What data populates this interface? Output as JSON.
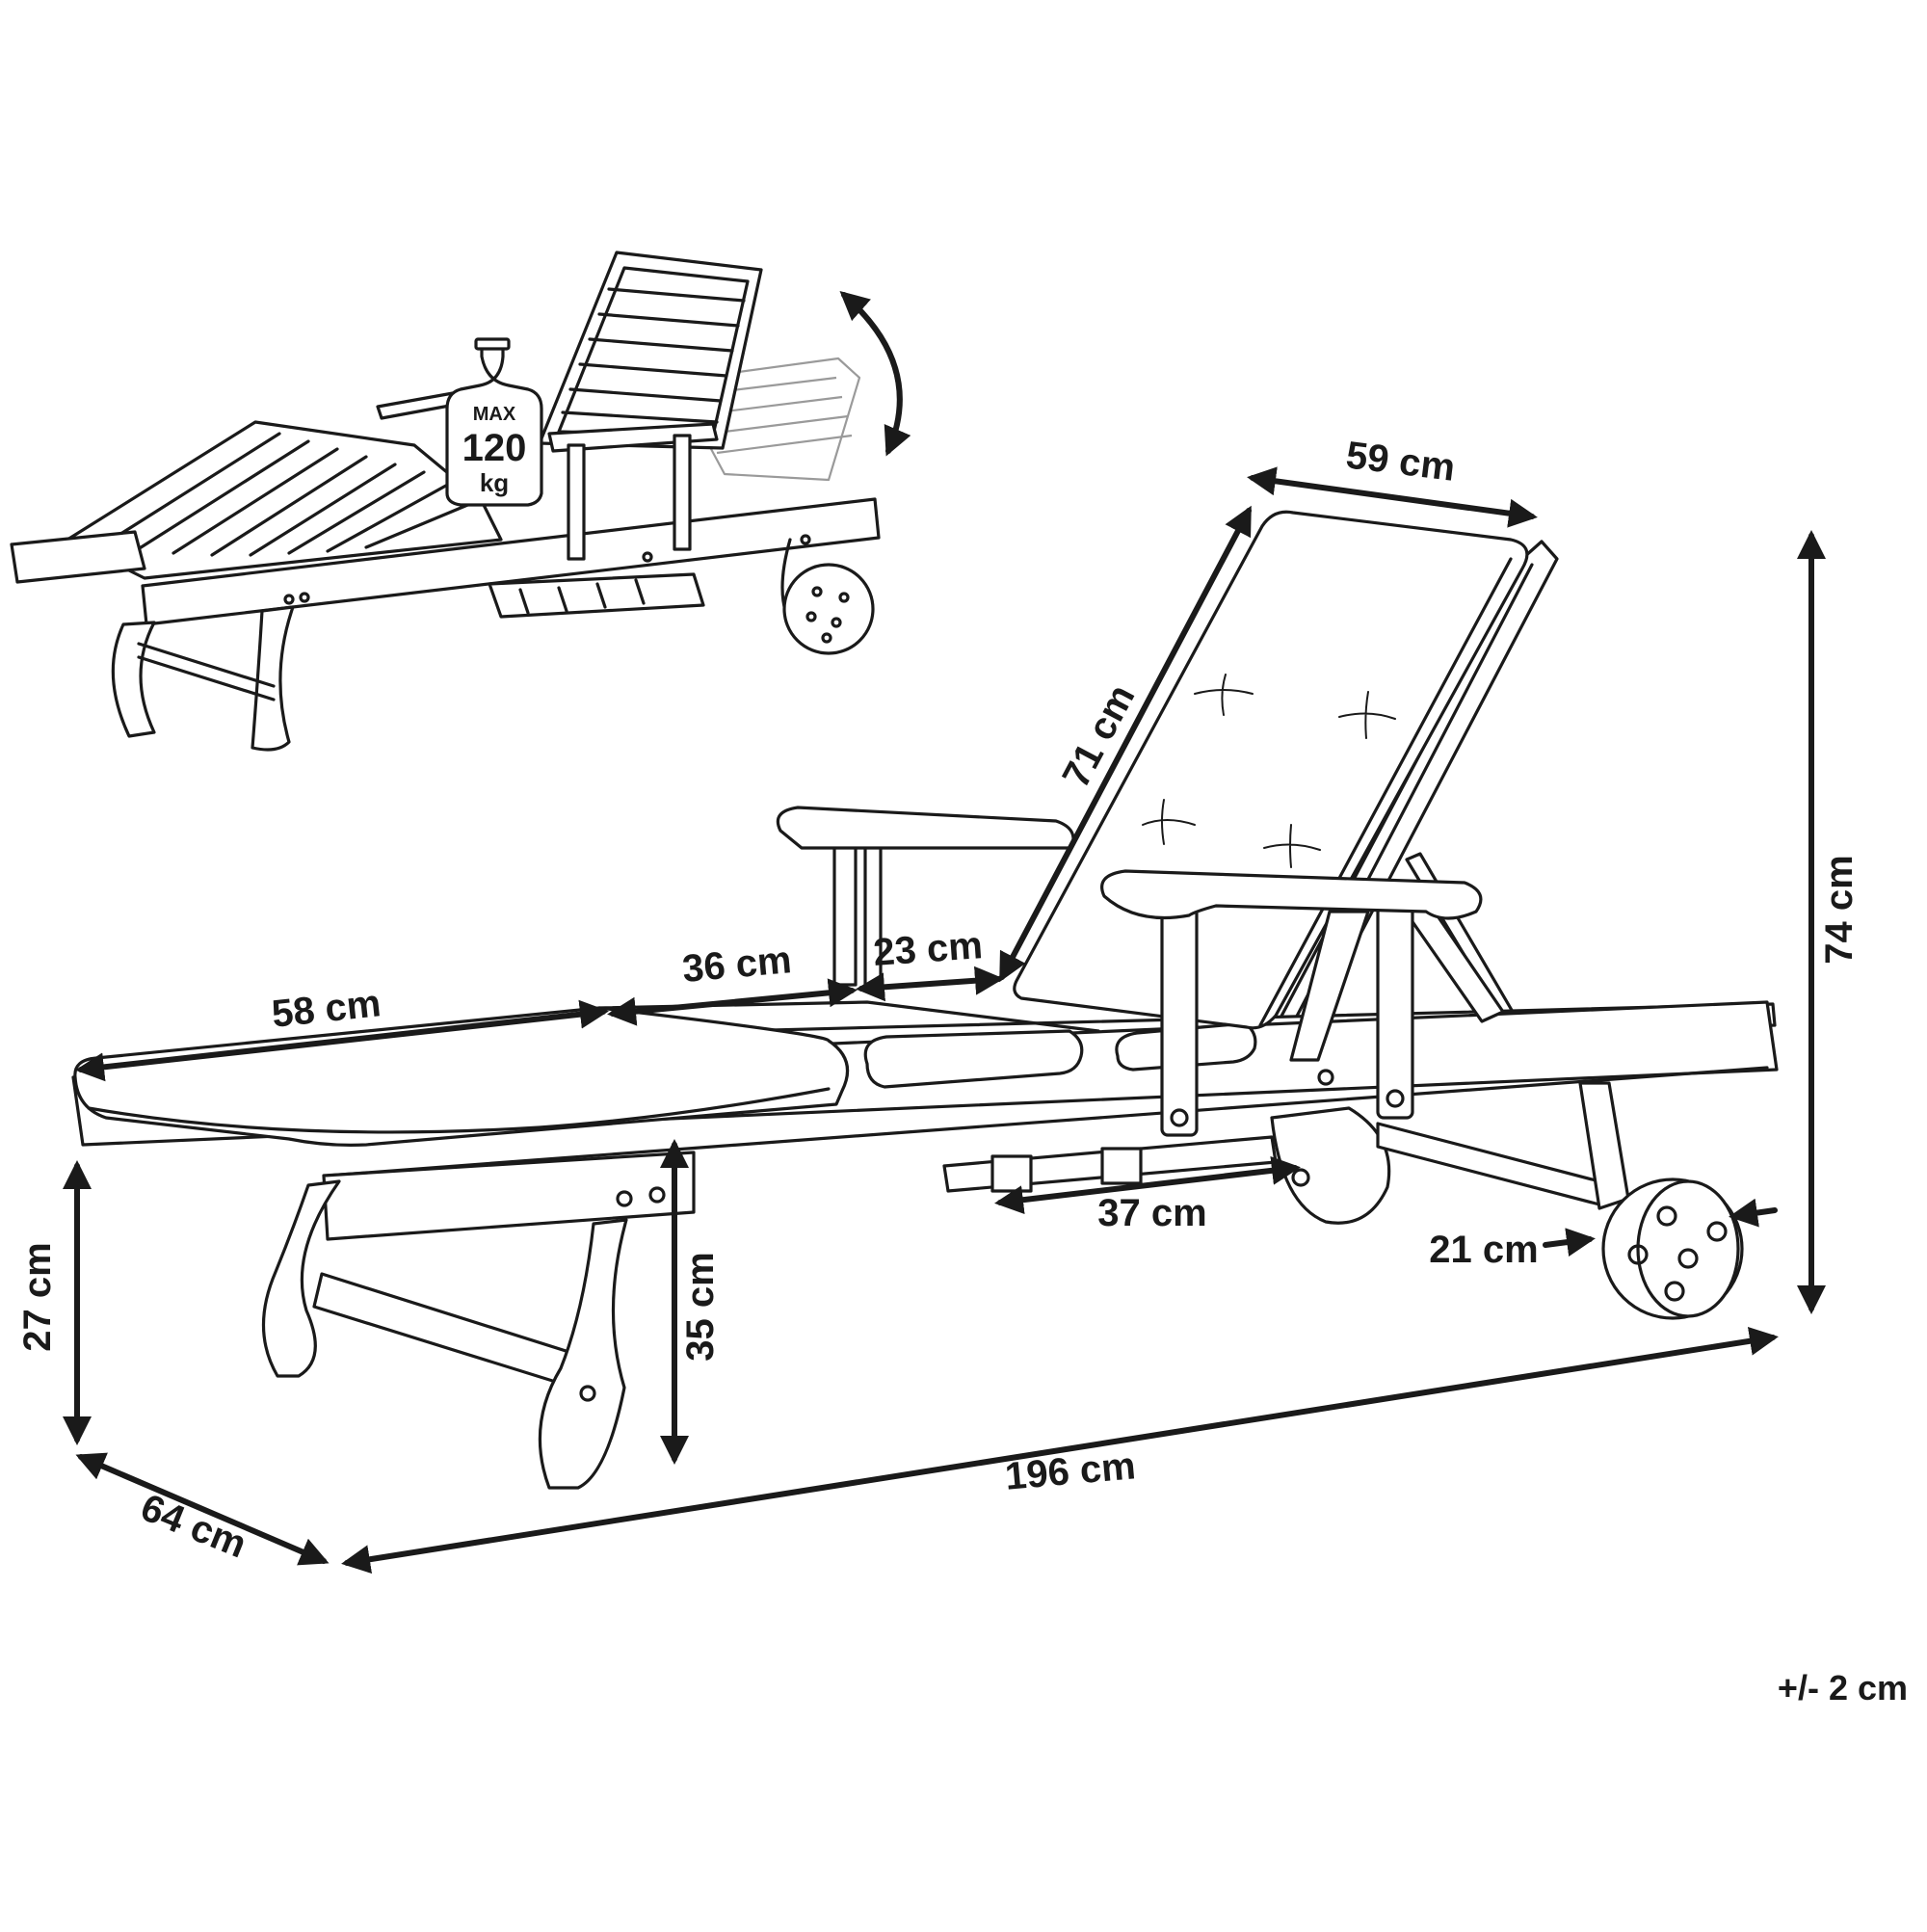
{
  "diagram": {
    "load_badge": {
      "line1": "MAX",
      "line2": "120",
      "line3": "kg"
    },
    "dimensions": {
      "backrest_width": "59 cm",
      "backrest_length": "71 cm",
      "total_height": "74 cm",
      "seat_length": "58 cm",
      "middle_length": "36 cm",
      "knee_length": "23 cm",
      "tray_length": "37 cm",
      "wheel_diameter": "21 cm",
      "armrest_gap_height": "27 cm",
      "seat_height": "35 cm",
      "total_width": "64 cm",
      "total_length": "196 cm"
    },
    "tolerance": "+/- 2 cm"
  }
}
